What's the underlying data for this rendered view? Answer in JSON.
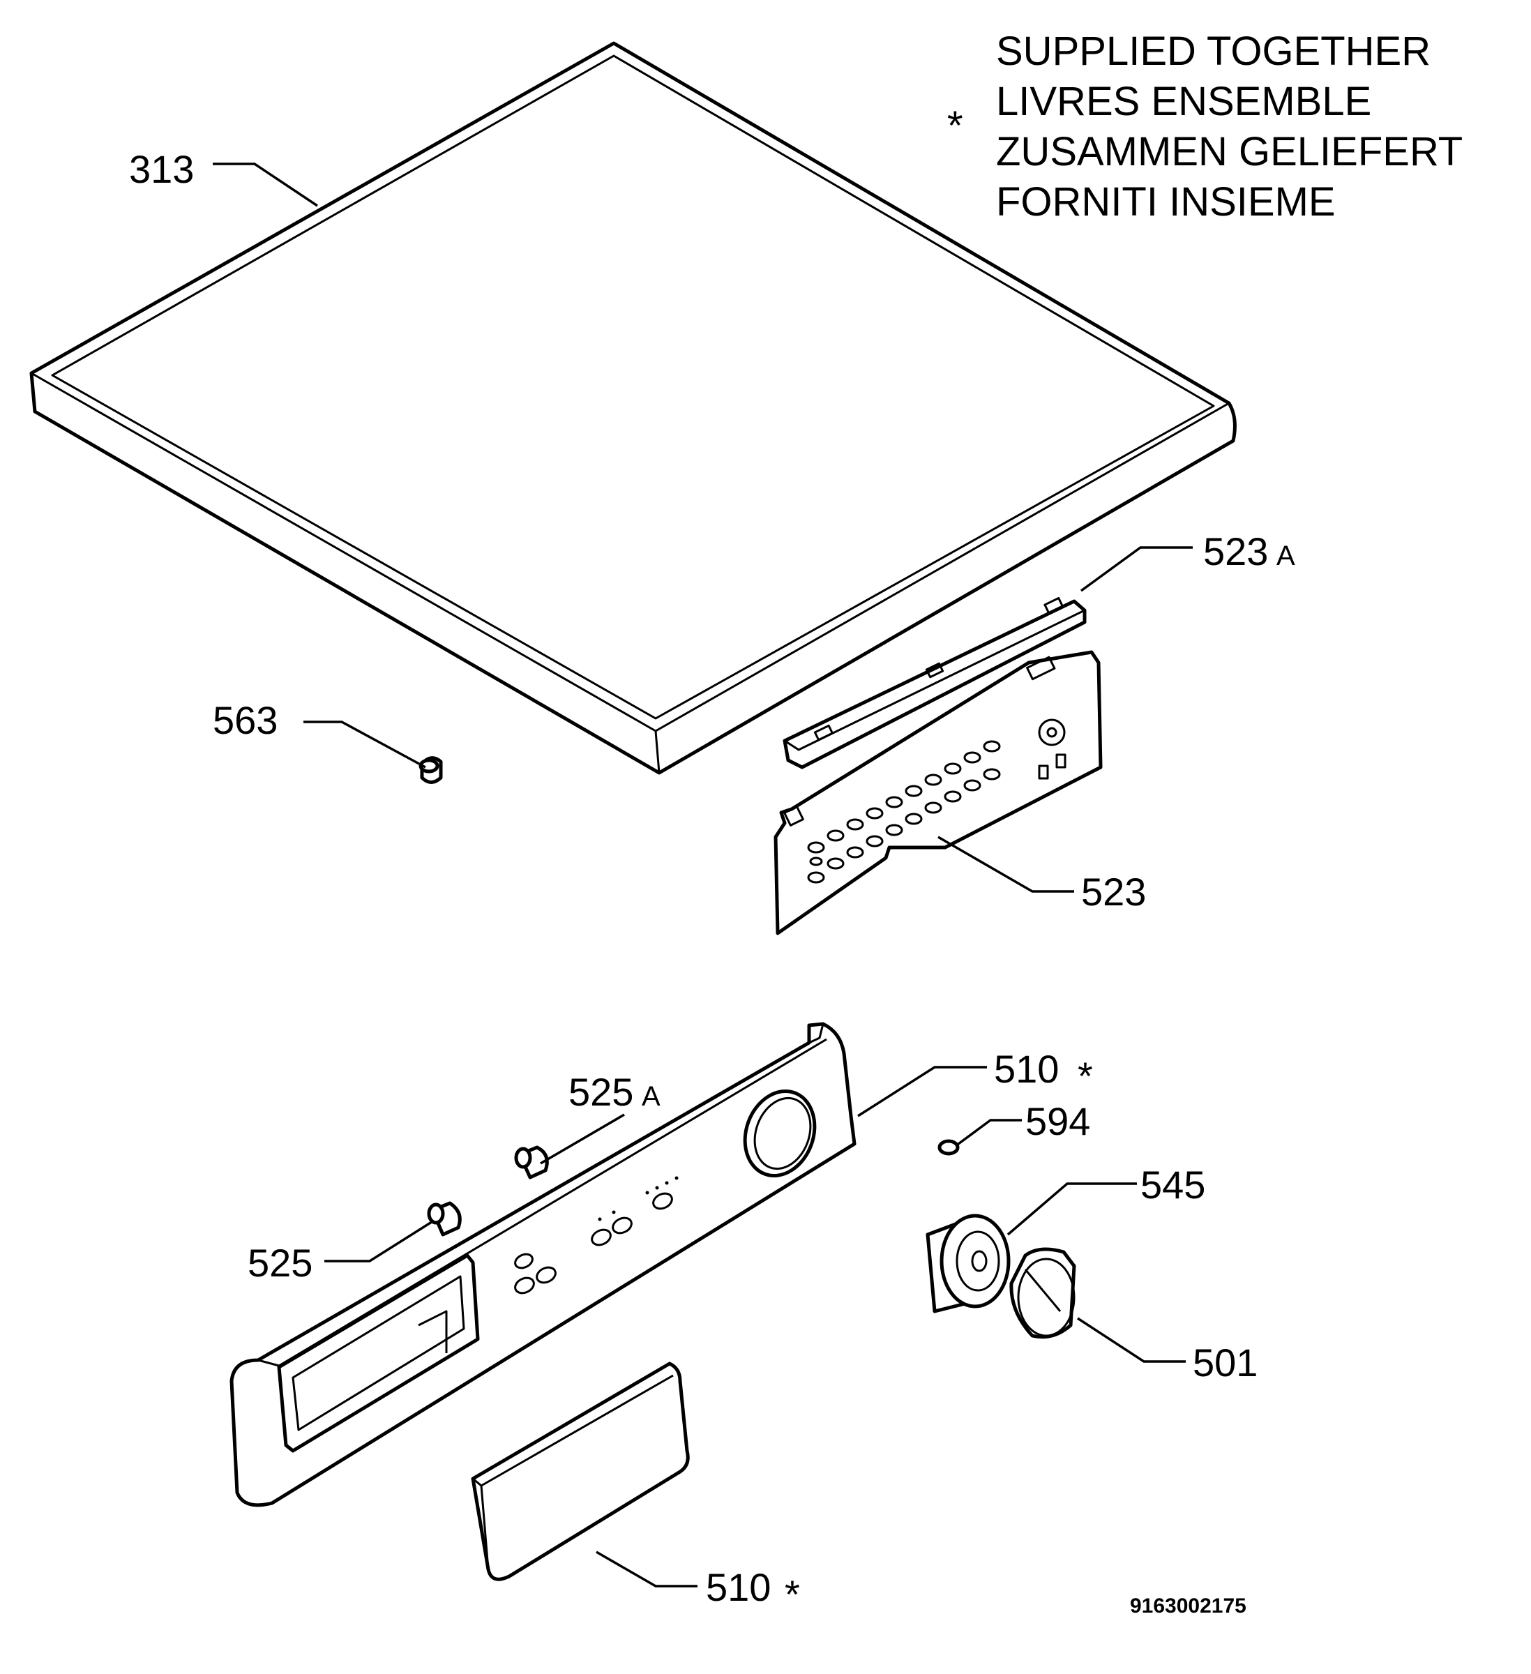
{
  "legend": {
    "symbol": "*",
    "lines": [
      "SUPPLIED TOGETHER",
      "LIVRES ENSEMBLE",
      "ZUSAMMEN GELIEFERT",
      "FORNITI INSIEME"
    ]
  },
  "labels": {
    "p313": "313",
    "p523a": "523",
    "p523a_suffix": "A",
    "p563": "563",
    "p523": "523",
    "p510_top": "510",
    "p510_top_mark": "*",
    "p525a": "525",
    "p525a_suffix": "A",
    "p594": "594",
    "p545": "545",
    "p525": "525",
    "p501": "501",
    "p510_bottom": "510",
    "p510_bottom_mark": "*"
  },
  "reference_number": "9163002175"
}
